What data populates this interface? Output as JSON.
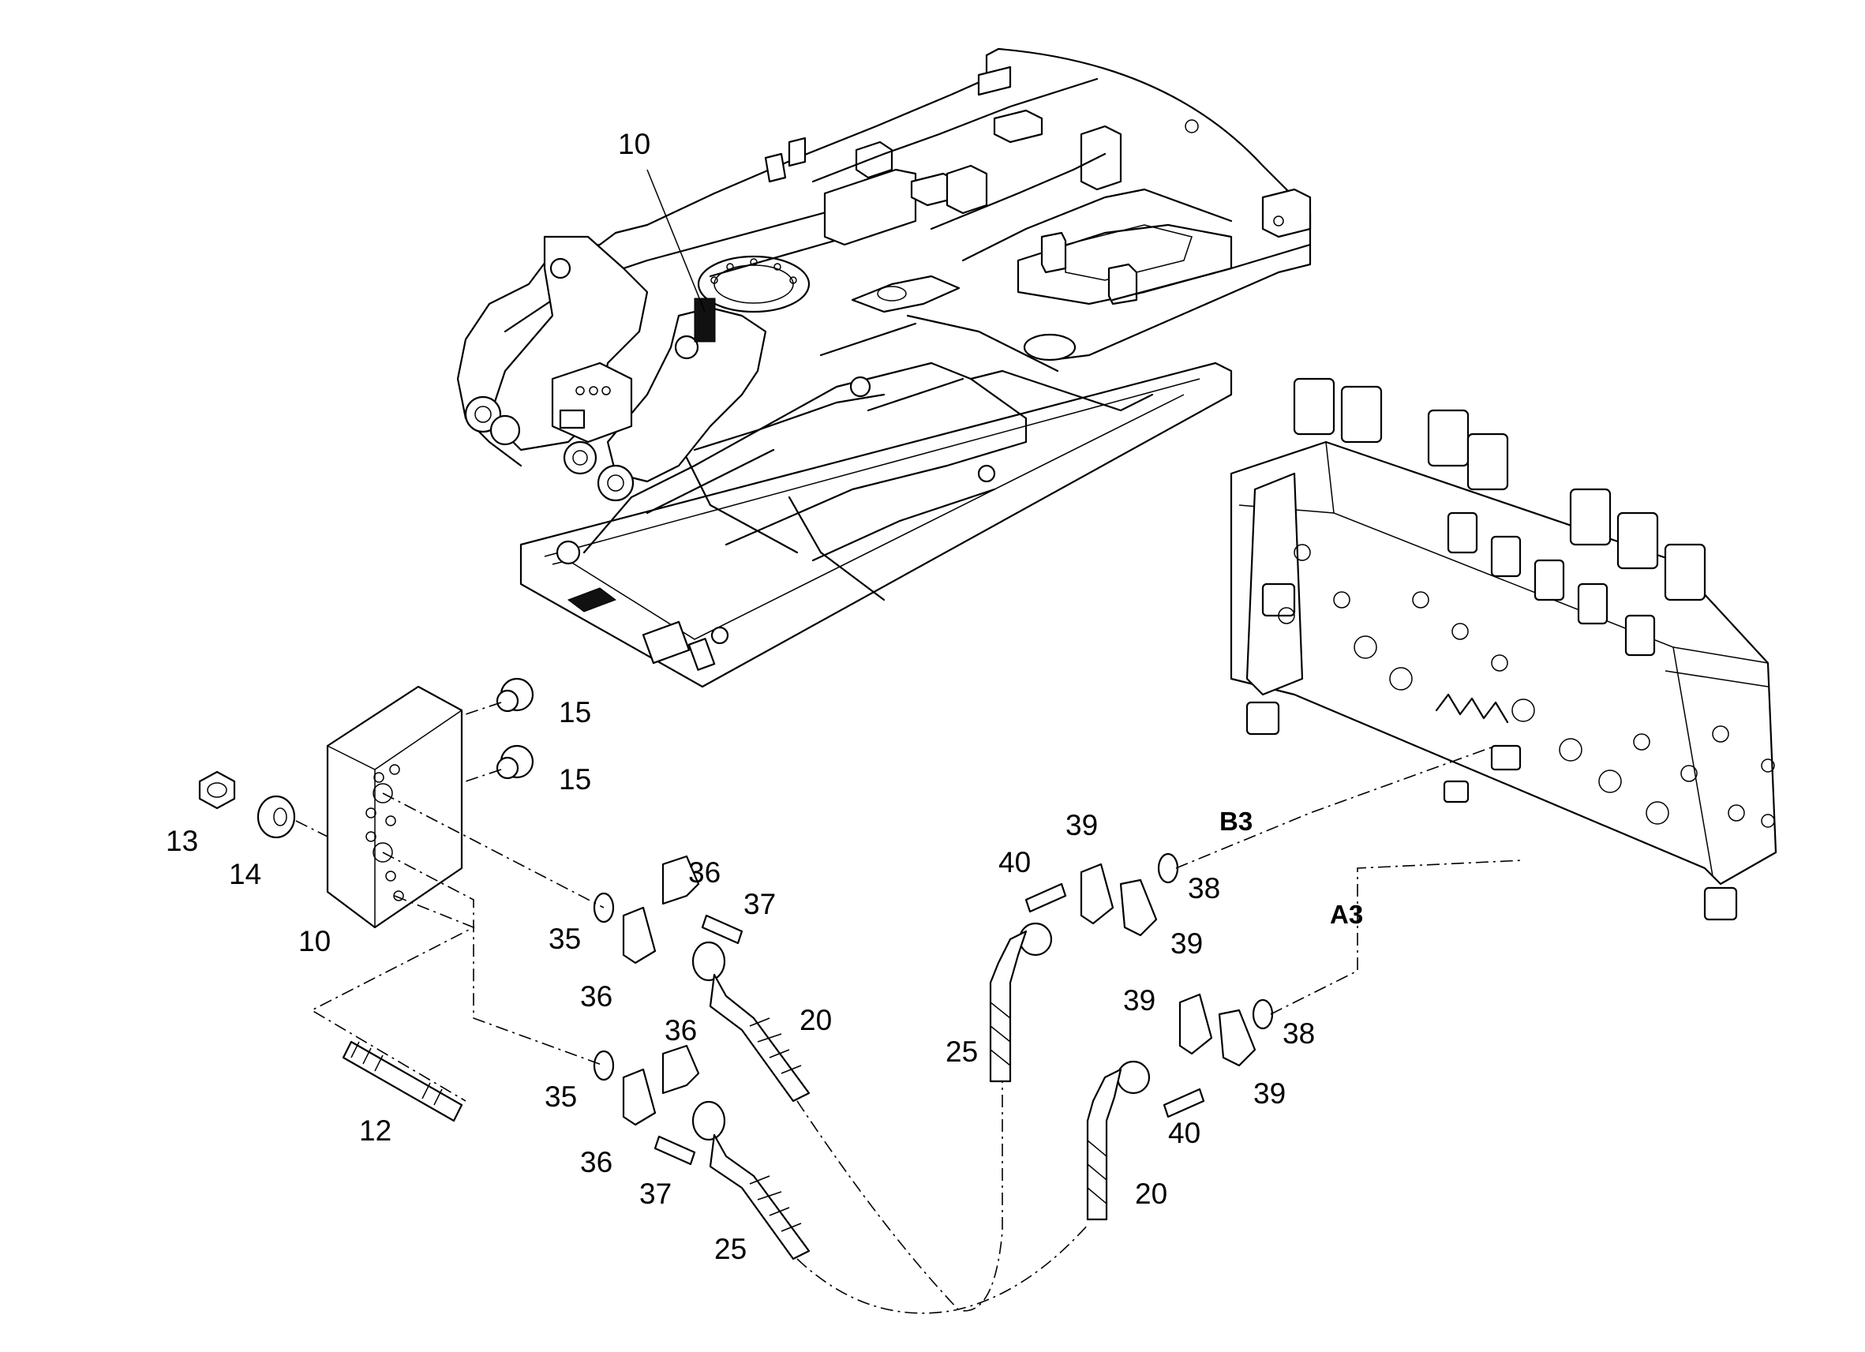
{
  "callouts": [
    {
      "id": "c10a",
      "text": "10"
    },
    {
      "id": "c15a",
      "text": "15"
    },
    {
      "id": "c15b",
      "text": "15"
    },
    {
      "id": "c13",
      "text": "13"
    },
    {
      "id": "c14",
      "text": "14"
    },
    {
      "id": "c10b",
      "text": "10"
    },
    {
      "id": "c12",
      "text": "12"
    },
    {
      "id": "c36a",
      "text": "36"
    },
    {
      "id": "c37a",
      "text": "37"
    },
    {
      "id": "c35a",
      "text": "35"
    },
    {
      "id": "c36b",
      "text": "36"
    },
    {
      "id": "c20a",
      "text": "20"
    },
    {
      "id": "c36c",
      "text": "36"
    },
    {
      "id": "c35b",
      "text": "35"
    },
    {
      "id": "c36d",
      "text": "36"
    },
    {
      "id": "c37b",
      "text": "37"
    },
    {
      "id": "c25a",
      "text": "25"
    },
    {
      "id": "c39a",
      "text": "39"
    },
    {
      "id": "c40a",
      "text": "40"
    },
    {
      "id": "c38a",
      "text": "38"
    },
    {
      "id": "c39b",
      "text": "39"
    },
    {
      "id": "c25b",
      "text": "25"
    },
    {
      "id": "c39c",
      "text": "39"
    },
    {
      "id": "c38b",
      "text": "38"
    },
    {
      "id": "c39d",
      "text": "39"
    },
    {
      "id": "c40b",
      "text": "40"
    },
    {
      "id": "c20b",
      "text": "20"
    }
  ],
  "ports": {
    "b3": "B3",
    "a3": "A3"
  }
}
